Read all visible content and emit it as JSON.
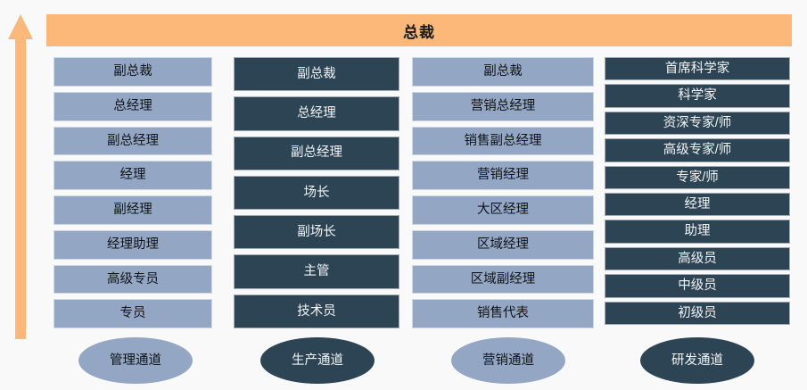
{
  "colors": {
    "background": "#f9f9fa",
    "banner": "#fbb878",
    "light_track": "#93a6c4",
    "dark_track": "#2c4454",
    "arrow": "#fbb878"
  },
  "banner": {
    "title": "总裁"
  },
  "arrow": {
    "name": "upward-growth-arrow",
    "direction": "up"
  },
  "columns": [
    {
      "id": "management",
      "tone": "light",
      "channel_label": "管理通道",
      "ranks": [
        "副总裁",
        "总经理",
        "副总经理",
        "经理",
        "副经理",
        "经理助理",
        "高级专员",
        "专员"
      ]
    },
    {
      "id": "production",
      "tone": "dark",
      "channel_label": "生产通道",
      "ranks": [
        "副总裁",
        "总经理",
        "副总经理",
        "场长",
        "副场长",
        "主管",
        "技术员"
      ]
    },
    {
      "id": "marketing",
      "tone": "light",
      "channel_label": "营销通道",
      "ranks": [
        "副总裁",
        "营销总经理",
        "销售副总经理",
        "营销经理",
        "大区经理",
        "区域经理",
        "区域副经理",
        "销售代表"
      ]
    },
    {
      "id": "research",
      "tone": "dark",
      "channel_label": "研发通道",
      "ranks": [
        "首席科学家",
        "科学家",
        "资深专家/师",
        "高级专家/师",
        "专家/师",
        "经理",
        "助理",
        "高级员",
        "中级员",
        "初级员"
      ]
    }
  ]
}
